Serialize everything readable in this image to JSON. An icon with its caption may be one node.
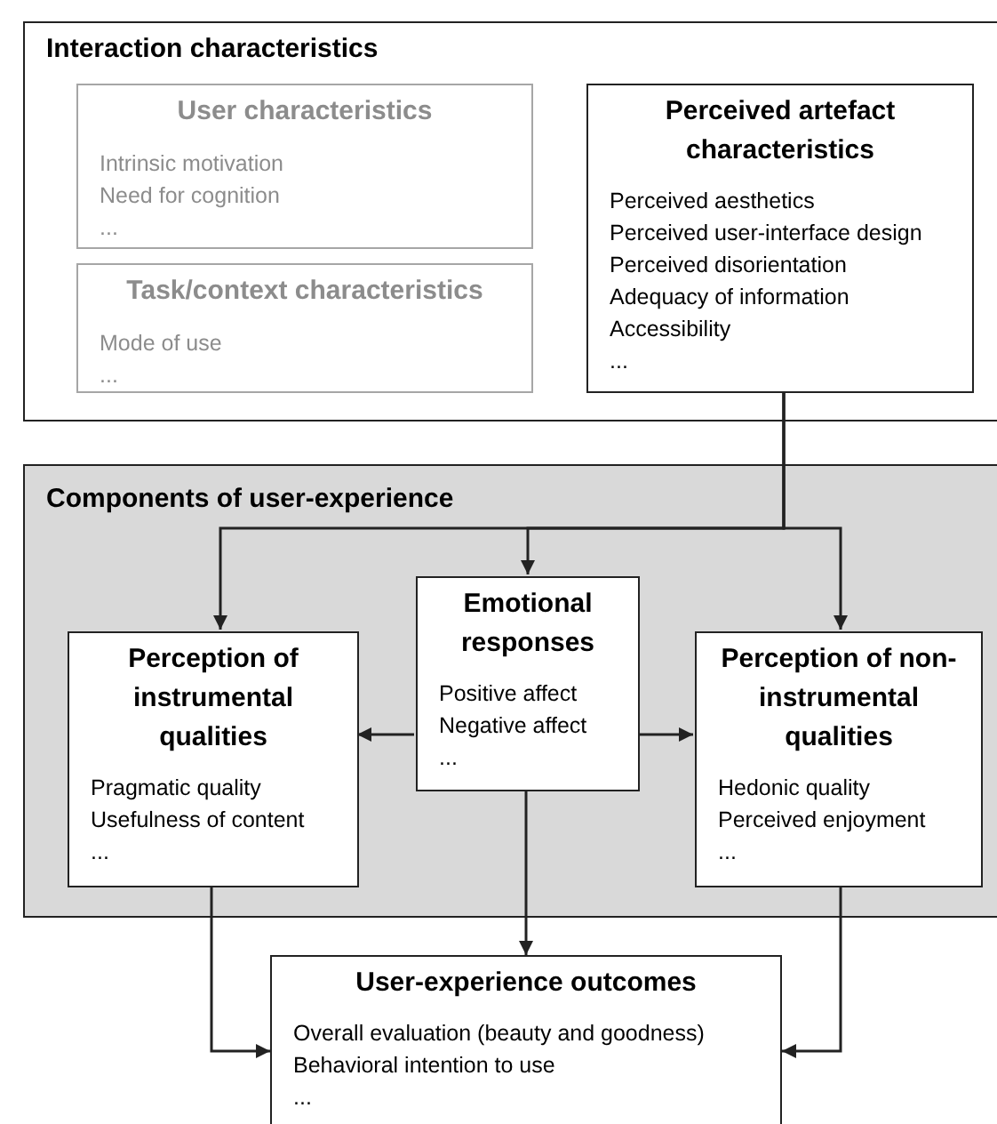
{
  "diagram": {
    "nodes": [
      {
        "text": [
          "Interaction characteristics"
        ]
      },
      {
        "text": [
          "User characteristics",
          "Intrinsic motivation",
          "Need for cognition",
          "..."
        ],
        "in": 0
      },
      {
        "text": [
          "Task/context characteristics",
          "Mode of use",
          "..."
        ],
        "in": 0
      },
      {
        "text": [
          "Perceived artefact characteristics",
          "Perceived aesthetics",
          "Perceived user-interface design",
          "Perceived disorientation",
          "Adequacy of information",
          "Accessibility",
          "..."
        ],
        "in": 0
      },
      {
        "text": [
          "Components of user-experience"
        ]
      },
      {
        "text": [
          "Perception of instrumental qualities",
          "Pragmatic quality",
          "Usefulness of content",
          "..."
        ],
        "in": 4
      },
      {
        "text": [
          "Emotional responses",
          "Positive affect",
          "Negative affect",
          "..."
        ],
        "in": 4
      },
      {
        "text": [
          "Perception of non-instrumental qualities",
          "Hedonic quality",
          "Perceived enjoyment",
          "..."
        ],
        "in": 4
      },
      {
        "text": [
          "User-experience outcomes",
          "Overall evaluation (beauty and goodness)",
          "Behavioral intention to use",
          "..."
        ]
      }
    ],
    "edges": [
      {
        "from": 3,
        "to": 5,
        "arrow": "to"
      },
      {
        "from": 3,
        "to": 6,
        "arrow": "to"
      },
      {
        "from": 3,
        "to": 7,
        "arrow": "to"
      },
      {
        "from": 6,
        "to": 5,
        "arrow": "to"
      },
      {
        "from": 6,
        "to": 7,
        "arrow": "to"
      },
      {
        "from": 6,
        "to": 8,
        "arrow": "to"
      },
      {
        "from": 5,
        "to": 8,
        "arrow": "to"
      },
      {
        "from": 7,
        "to": 8,
        "arrow": "to"
      }
    ]
  }
}
